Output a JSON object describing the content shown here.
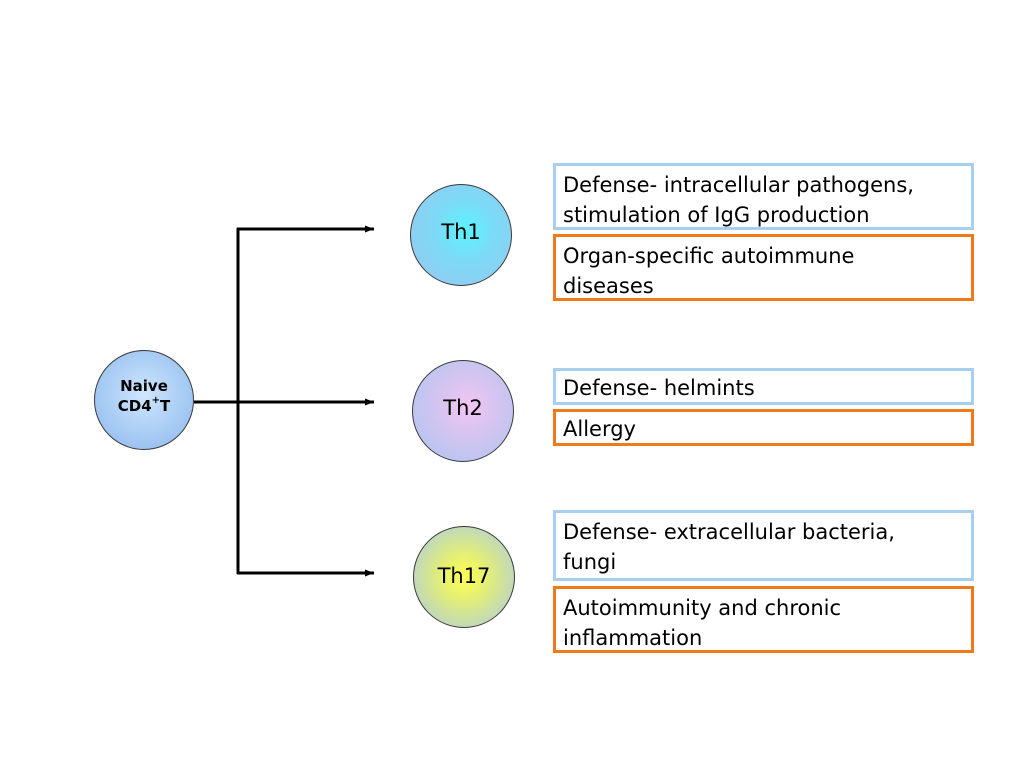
{
  "naive": {
    "line1": "Naive",
    "line2_pre": "CD4",
    "line2_sup": "+",
    "line2_post": "T"
  },
  "subsets": [
    {
      "label": "Th1",
      "defense": [
        "Defense- intracellular pathogens,",
        "stimulation of IgG production"
      ],
      "disease": [
        "Organ-specific autoimmune",
        "diseases"
      ]
    },
    {
      "label": "Th2",
      "defense": [
        "Defense- helmints"
      ],
      "disease": [
        "Allergy"
      ]
    },
    {
      "label": "Th17",
      "defense": [
        "Defense- extracellular bacteria,",
        "fungi"
      ],
      "disease": [
        "Autoimmunity and chronic",
        "inflammation"
      ]
    }
  ],
  "colors": {
    "defense_border": "#a9cff0",
    "disease_border": "#f07a1a"
  }
}
